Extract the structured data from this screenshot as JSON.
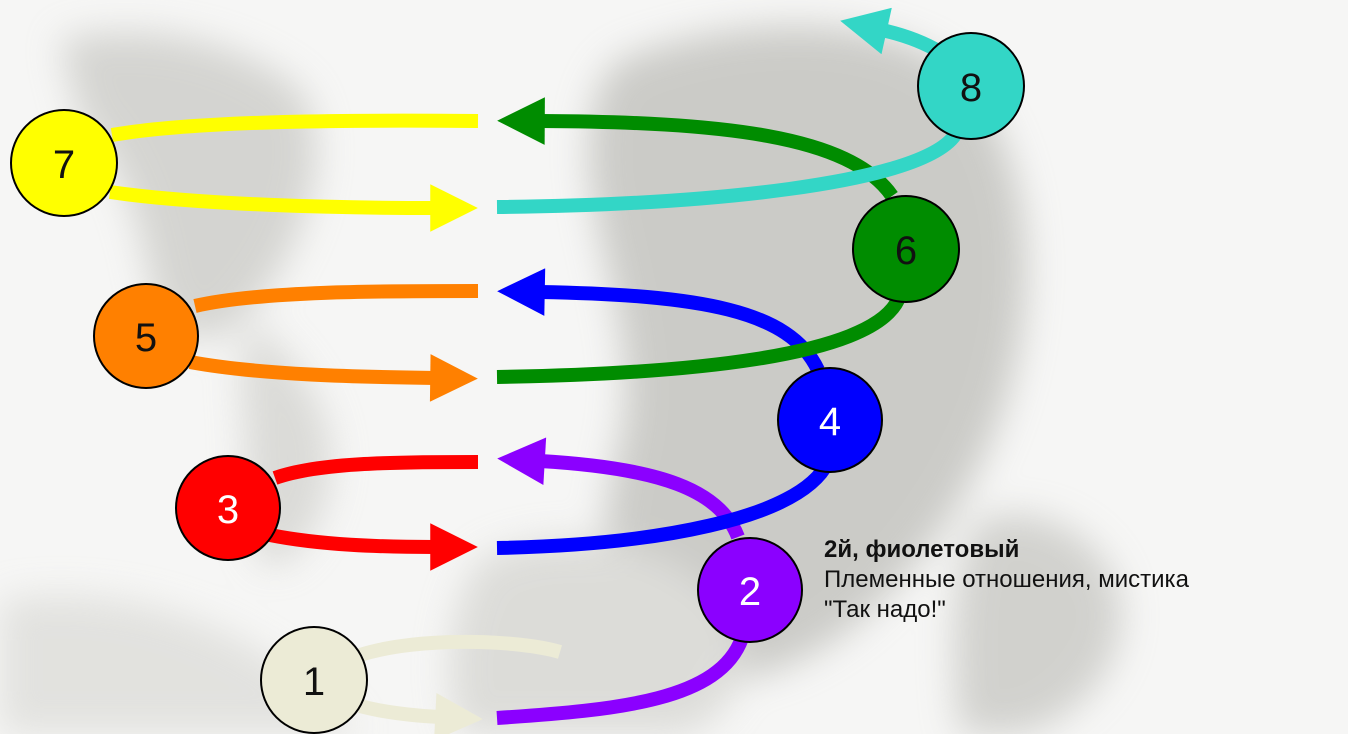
{
  "diagram": {
    "nodes": [
      {
        "id": "1",
        "label": "1",
        "color": "#ecebd6",
        "text_color": "#111111"
      },
      {
        "id": "2",
        "label": "2",
        "color": "#8b00ff",
        "text_color": "#ffffff"
      },
      {
        "id": "3",
        "label": "3",
        "color": "#ff0000",
        "text_color": "#ffffff"
      },
      {
        "id": "4",
        "label": "4",
        "color": "#0000ff",
        "text_color": "#ffffff"
      },
      {
        "id": "5",
        "label": "5",
        "color": "#ff8000",
        "text_color": "#111111"
      },
      {
        "id": "6",
        "label": "6",
        "color": "#008c00",
        "text_color": "#111111"
      },
      {
        "id": "7",
        "label": "7",
        "color": "#ffff00",
        "text_color": "#111111"
      },
      {
        "id": "8",
        "label": "8",
        "color": "#33d6c6",
        "text_color": "#111111"
      }
    ]
  },
  "caption": {
    "title": "2й, фиолетовый",
    "line1": "Племенные отношения, мистика",
    "line2": "\"Так надо!\""
  }
}
